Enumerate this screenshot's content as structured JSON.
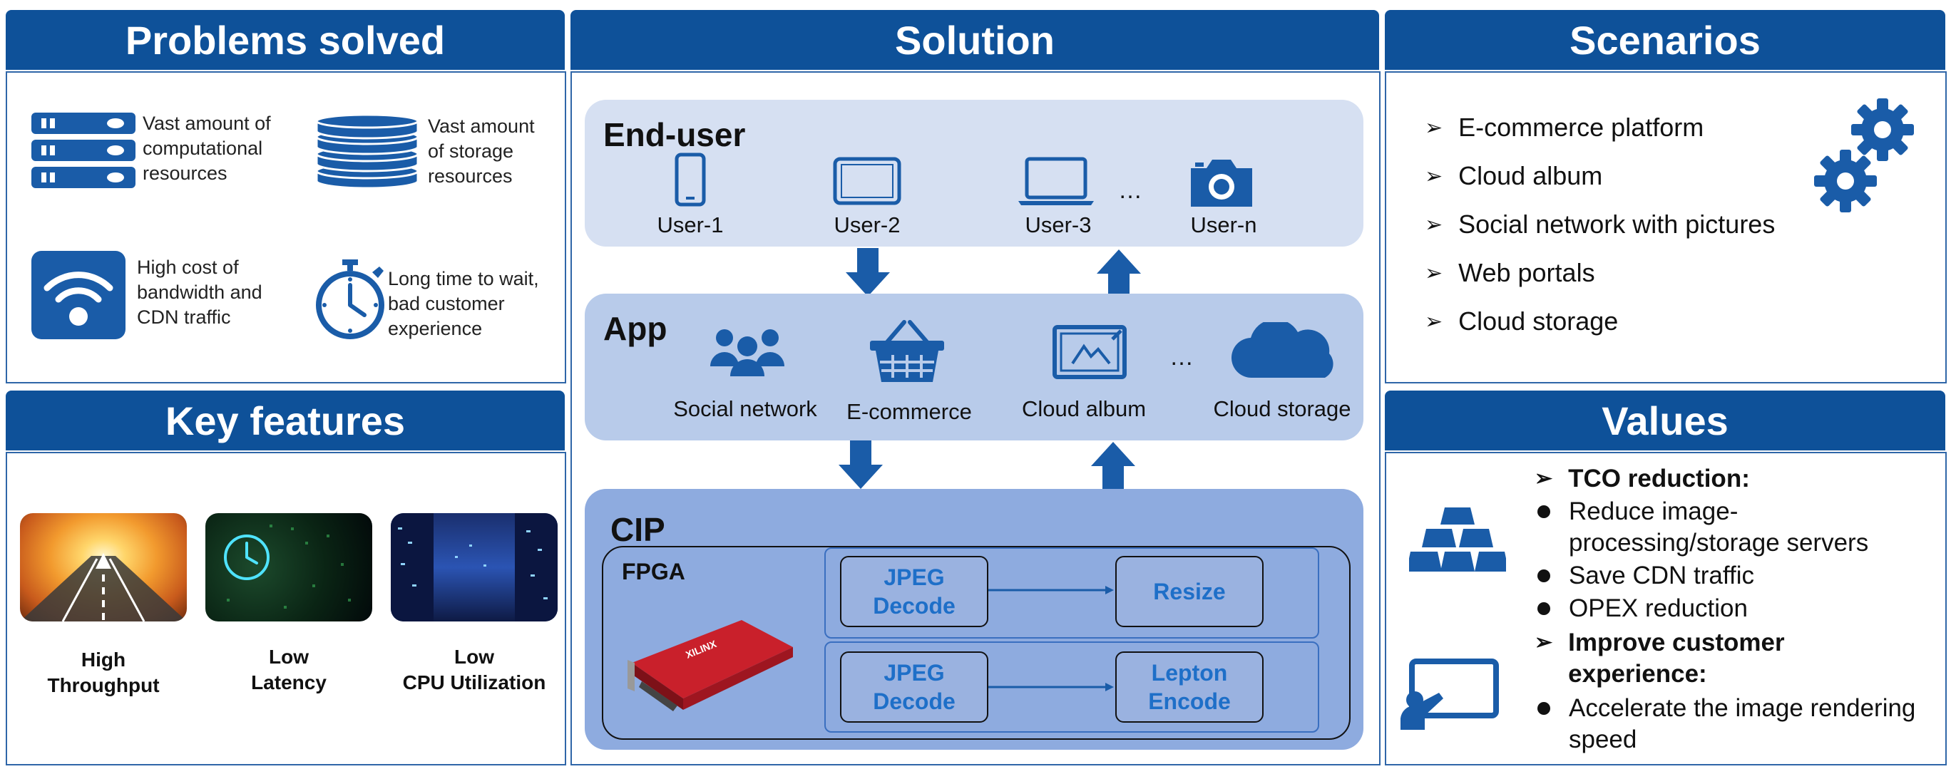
{
  "panels": {
    "problems": {
      "title": "Problems solved",
      "items": [
        {
          "text1": "Vast amount of",
          "text2": "computational",
          "text3": "resources",
          "icon": "server-rack-icon"
        },
        {
          "text1": "Vast amount",
          "text2": "of storage",
          "text3": "resources",
          "icon": "storage-stack-icon"
        },
        {
          "text1": "High cost of",
          "text2": "bandwidth and",
          "text3": "CDN traffic",
          "icon": "wifi-icon"
        },
        {
          "text1": "Long time to wait,",
          "text2": "bad customer",
          "text3": "experience",
          "icon": "stopwatch-icon"
        }
      ]
    },
    "features": {
      "title": "Key features",
      "items": [
        {
          "line1": "High",
          "line2": "Throughput"
        },
        {
          "line1": "Low",
          "line2": "Latency"
        },
        {
          "line1": "Low",
          "line2": "CPU Utilization"
        }
      ]
    },
    "solution": {
      "title": "Solution",
      "enduser": {
        "title": "End-user",
        "users": [
          "User-1",
          "User-2",
          "User-3",
          "User-n"
        ],
        "ellipsis": "…"
      },
      "app": {
        "title": "App",
        "apps": [
          "Social network",
          "E-commerce",
          "Cloud album",
          "Cloud storage"
        ],
        "ellipsis": "…"
      },
      "cip": {
        "title": "CIP",
        "fpga_label": "FPGA",
        "board_brand": "XILINX",
        "pipeline1": {
          "a1": "JPEG",
          "a2": "Decode",
          "b1": "Resize"
        },
        "pipeline2": {
          "a1": "JPEG",
          "a2": "Decode",
          "b1": "Lepton",
          "b2": "Encode"
        }
      }
    },
    "scenarios": {
      "title": "Scenarios",
      "items": [
        "E-commerce platform",
        "Cloud album",
        "Social network with pictures",
        "Web portals",
        "Cloud storage"
      ]
    },
    "values": {
      "title": "Values",
      "tco_heading": "TCO reduction:",
      "tco_items": [
        "Reduce image-",
        "processing/storage servers",
        "Save CDN traffic",
        "OPEX reduction"
      ],
      "cx_heading1": "Improve customer",
      "cx_heading2": "experience:",
      "cx_items": [
        "Accelerate the image rendering",
        "speed"
      ]
    }
  },
  "colors": {
    "header": "#0e5199",
    "border": "#2f66a8",
    "enduser_bg": "#d6e0f2",
    "app_bg": "#b8cbea",
    "cip_bg": "#8eabdf",
    "icon_blue": "#1a5ca8"
  }
}
